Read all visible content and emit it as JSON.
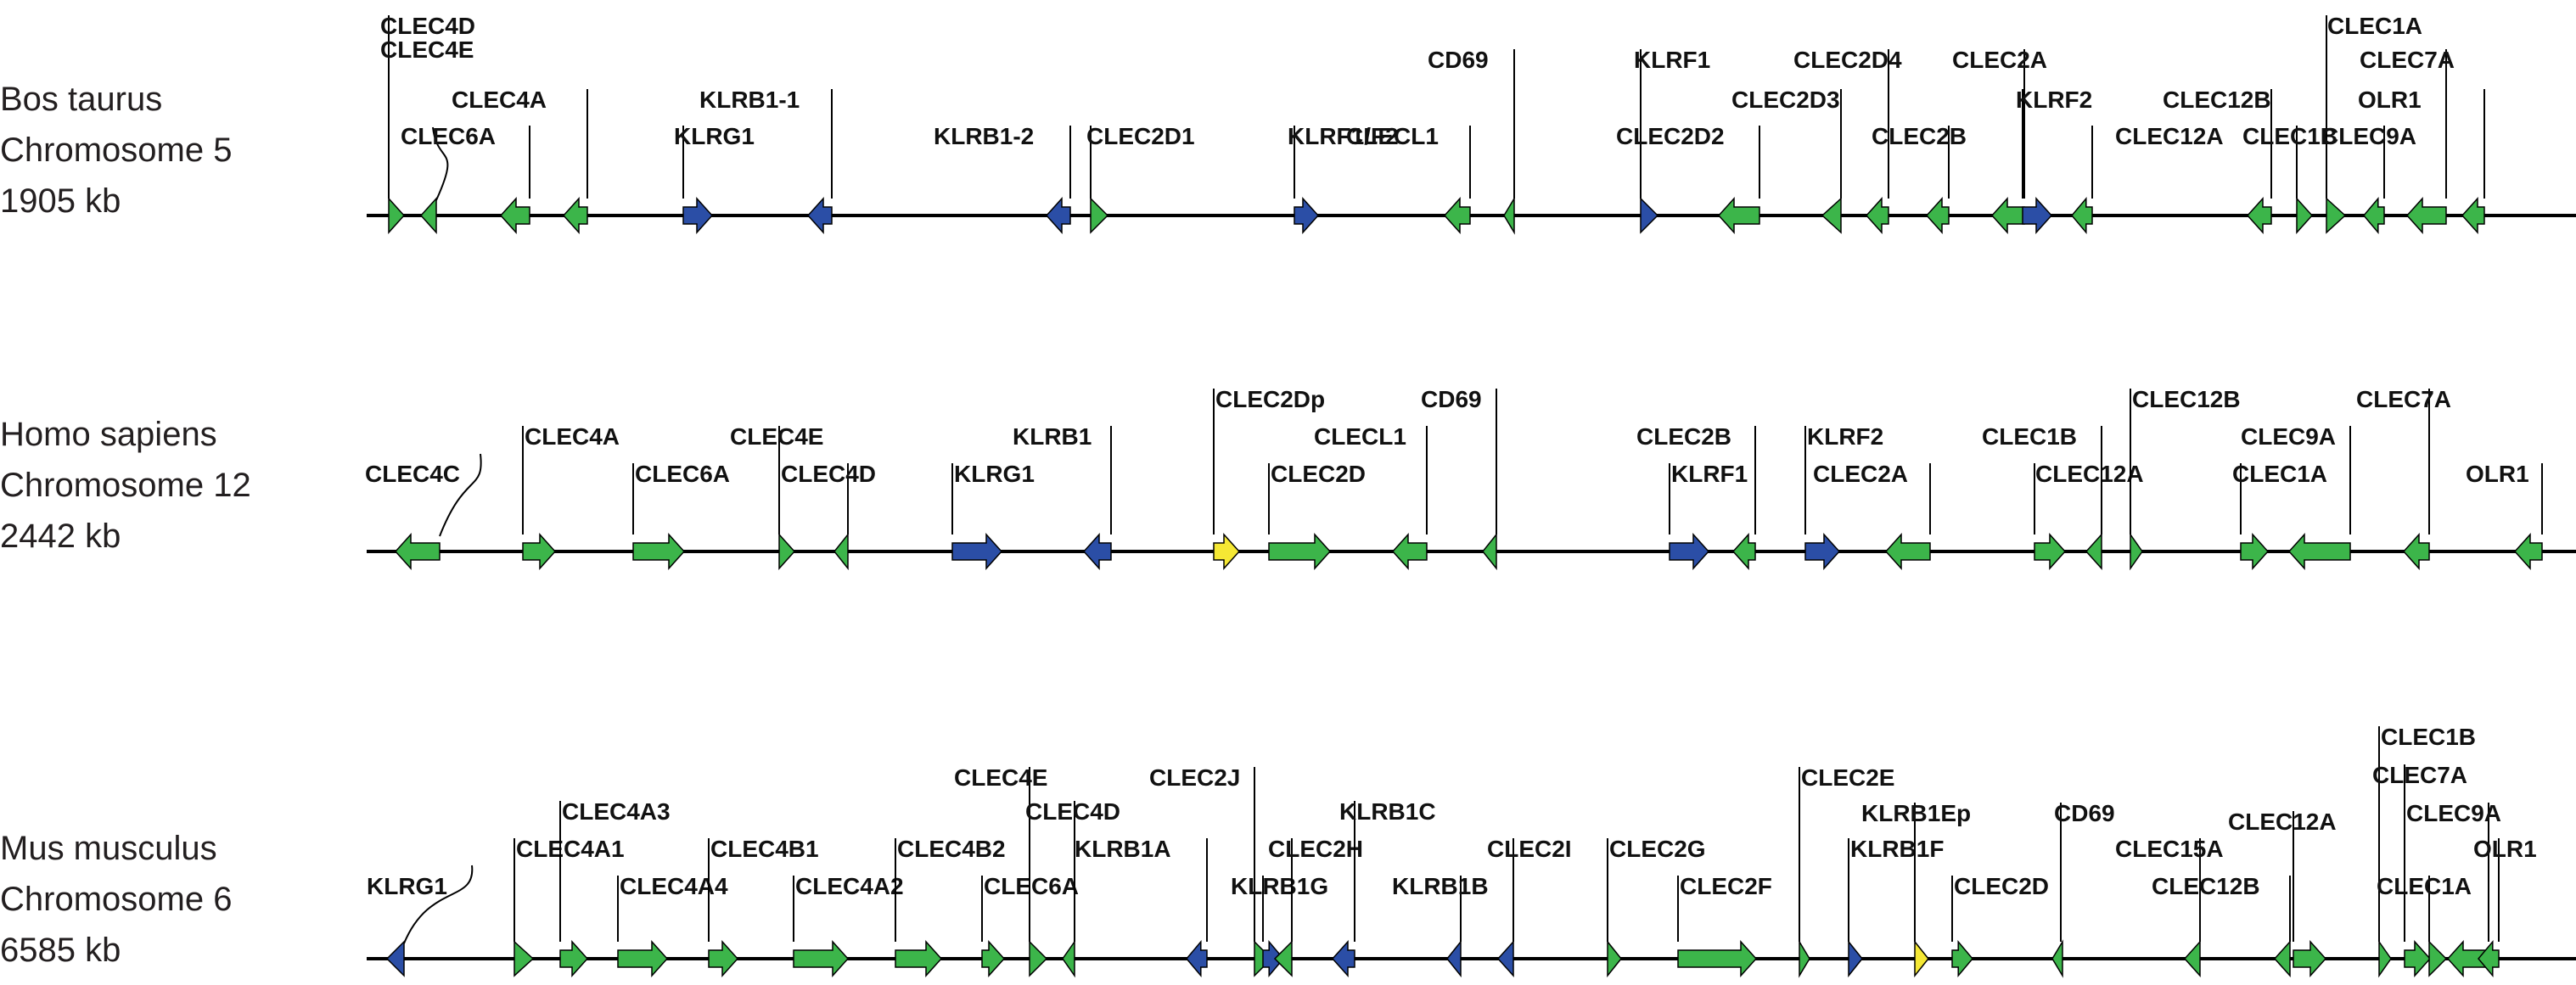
{
  "colors": {
    "klr": "#2b4ea6",
    "clec": "#3cb54a",
    "pseudo": "#f5e834",
    "line": "#000000",
    "text": "#111111"
  },
  "tracks": [
    {
      "species": "Bos taurus",
      "chromosome": "Chromosome 5",
      "length": "1905 kb",
      "genes": [
        {
          "label": "CLEC4D",
          "type": "clec",
          "dir": "R"
        },
        {
          "label": "CLEC4E",
          "type": "clec",
          "dir": "L"
        },
        {
          "label": "CLEC6A",
          "type": "clec",
          "dir": "L"
        },
        {
          "label": "CLEC4A",
          "type": "clec",
          "dir": "L"
        },
        {
          "label": "KLRG1",
          "type": "klr",
          "dir": "R"
        },
        {
          "label": "KLRB1-1",
          "type": "klr",
          "dir": "L"
        },
        {
          "label": "KLRB1-2",
          "type": "klr",
          "dir": "L"
        },
        {
          "label": "CLEC2D1",
          "type": "clec",
          "dir": "R"
        },
        {
          "label": "KLRF1/F2",
          "type": "klr",
          "dir": "R"
        },
        {
          "label": "CLECL1",
          "type": "clec",
          "dir": "L"
        },
        {
          "label": "CD69",
          "type": "clec",
          "dir": "L"
        },
        {
          "label": "KLRF1",
          "type": "klr",
          "dir": "R"
        },
        {
          "label": "CLEC2D2",
          "type": "clec",
          "dir": "L"
        },
        {
          "label": "CLEC2D3",
          "type": "clec",
          "dir": "L"
        },
        {
          "label": "CLEC2D4",
          "type": "clec",
          "dir": "L"
        },
        {
          "label": "CLEC2B",
          "type": "clec",
          "dir": "L"
        },
        {
          "label": "CLEC2A",
          "type": "clec",
          "dir": "L"
        },
        {
          "label": "KLRF2",
          "type": "klr",
          "dir": "R"
        },
        {
          "label": "CLEC12A",
          "type": "clec",
          "dir": "L"
        },
        {
          "label": "CLEC12B",
          "type": "clec",
          "dir": "L"
        },
        {
          "label": "CLEC1B",
          "type": "clec",
          "dir": "R"
        },
        {
          "label": "CLEC1A",
          "type": "clec",
          "dir": "R"
        },
        {
          "label": "CLEC9A",
          "type": "clec",
          "dir": "L"
        },
        {
          "label": "CLEC7A",
          "type": "clec",
          "dir": "L"
        },
        {
          "label": "OLR1",
          "type": "clec",
          "dir": "L"
        }
      ]
    },
    {
      "species": "Homo sapiens",
      "chromosome": "Chromosome 12",
      "length": "2442 kb",
      "genes": [
        {
          "label": "CLEC4C",
          "type": "clec",
          "dir": "L"
        },
        {
          "label": "CLEC4A",
          "type": "clec",
          "dir": "R"
        },
        {
          "label": "CLEC6A",
          "type": "clec",
          "dir": "R"
        },
        {
          "label": "CLEC4E",
          "type": "clec",
          "dir": "R"
        },
        {
          "label": "CLEC4D",
          "type": "clec",
          "dir": "L"
        },
        {
          "label": "KLRG1",
          "type": "klr",
          "dir": "R"
        },
        {
          "label": "KLRB1",
          "type": "klr",
          "dir": "L"
        },
        {
          "label": "CLEC2Dp",
          "type": "pseudo",
          "dir": "R"
        },
        {
          "label": "CLEC2D",
          "type": "clec",
          "dir": "R"
        },
        {
          "label": "CLECL1",
          "type": "clec",
          "dir": "L"
        },
        {
          "label": "CD69",
          "type": "clec",
          "dir": "L"
        },
        {
          "label": "KLRF1",
          "type": "klr",
          "dir": "R"
        },
        {
          "label": "CLEC2B",
          "type": "clec",
          "dir": "L"
        },
        {
          "label": "KLRF2",
          "type": "klr",
          "dir": "R"
        },
        {
          "label": "CLEC2A",
          "type": "clec",
          "dir": "L"
        },
        {
          "label": "CLEC12A",
          "type": "clec",
          "dir": "R"
        },
        {
          "label": "CLEC1B",
          "type": "clec",
          "dir": "L"
        },
        {
          "label": "CLEC12B",
          "type": "clec",
          "dir": "R"
        },
        {
          "label": "CLEC1A",
          "type": "clec",
          "dir": "R"
        },
        {
          "label": "CLEC9A",
          "type": "clec",
          "dir": "L"
        },
        {
          "label": "CLEC7A",
          "type": "clec",
          "dir": "L"
        },
        {
          "label": "OLR1",
          "type": "clec",
          "dir": "L"
        }
      ]
    },
    {
      "species": "Mus musculus",
      "chromosome": "Chromosome 6",
      "length": "6585 kb",
      "genes": [
        {
          "label": "KLRG1",
          "type": "klr",
          "dir": "L"
        },
        {
          "label": "CLEC4A1",
          "type": "clec",
          "dir": "R"
        },
        {
          "label": "CLEC4A3",
          "type": "clec",
          "dir": "R"
        },
        {
          "label": "CLEC4A4",
          "type": "clec",
          "dir": "R"
        },
        {
          "label": "CLEC4B1",
          "type": "clec",
          "dir": "R"
        },
        {
          "label": "CLEC4A2",
          "type": "clec",
          "dir": "R"
        },
        {
          "label": "CLEC4B2",
          "type": "clec",
          "dir": "R"
        },
        {
          "label": "CLEC6A",
          "type": "clec",
          "dir": "R"
        },
        {
          "label": "CLEC4E",
          "type": "clec",
          "dir": "R"
        },
        {
          "label": "CLEC4D",
          "type": "clec",
          "dir": "L"
        },
        {
          "label": "KLRB1A",
          "type": "klr",
          "dir": "L"
        },
        {
          "label": "CLEC2J",
          "type": "clec",
          "dir": "R"
        },
        {
          "label": "KLRB1G",
          "type": "klr",
          "dir": "R"
        },
        {
          "label": "CLEC2H",
          "type": "clec",
          "dir": "L"
        },
        {
          "label": "KLRB1C",
          "type": "klr",
          "dir": "L"
        },
        {
          "label": "KLRB1B",
          "type": "klr",
          "dir": "L"
        },
        {
          "label": "CLEC2I",
          "type": "klr",
          "dir": "L"
        },
        {
          "label": "CLEC2G",
          "type": "clec",
          "dir": "R"
        },
        {
          "label": "CLEC2F",
          "type": "clec",
          "dir": "R"
        },
        {
          "label": "CLEC2E",
          "type": "clec",
          "dir": "R"
        },
        {
          "label": "KLRB1F",
          "type": "klr",
          "dir": "R"
        },
        {
          "label": "KLRB1Ep",
          "type": "pseudo",
          "dir": "R"
        },
        {
          "label": "CLEC2D",
          "type": "clec",
          "dir": "R"
        },
        {
          "label": "CD69",
          "type": "clec",
          "dir": "L"
        },
        {
          "label": "CLEC15A",
          "type": "clec",
          "dir": "L"
        },
        {
          "label": "CLEC12B",
          "type": "clec",
          "dir": "L"
        },
        {
          "label": "CLEC12A",
          "type": "clec",
          "dir": "R"
        },
        {
          "label": "CLEC1B",
          "type": "clec",
          "dir": "R"
        },
        {
          "label": "CLEC7A",
          "type": "clec",
          "dir": "R"
        },
        {
          "label": "CLEC1A",
          "type": "clec",
          "dir": "R"
        },
        {
          "label": "CLEC9A",
          "type": "clec",
          "dir": "L"
        },
        {
          "label": "OLR1",
          "type": "clec",
          "dir": "L"
        }
      ]
    }
  ]
}
